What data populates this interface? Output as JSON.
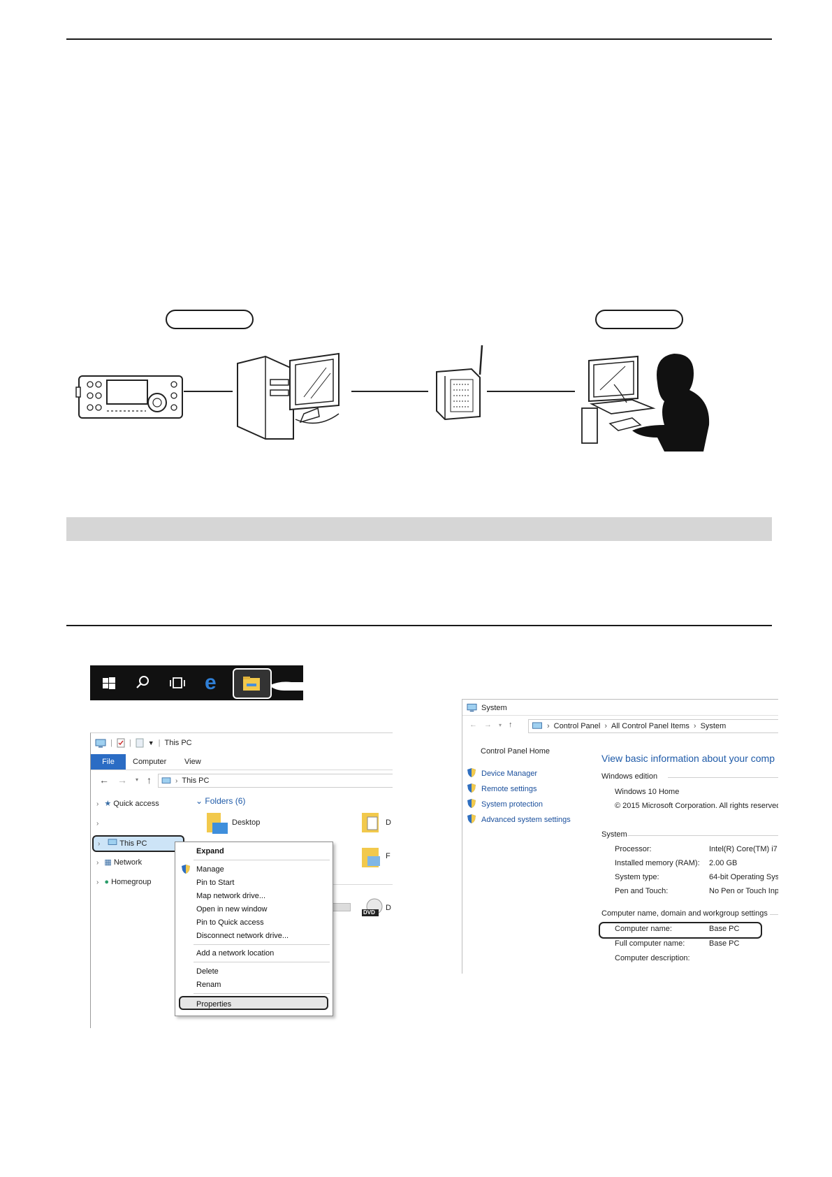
{
  "diagram": {
    "pill_left_label": "",
    "pill_right_label": ""
  },
  "taskbar": {
    "icons": [
      "windows-start-icon",
      "search-icon",
      "task-view-icon",
      "edge-icon",
      "file-explorer-icon"
    ]
  },
  "explorer": {
    "title": "This PC",
    "tabs": [
      "File",
      "Computer",
      "View"
    ],
    "address": "This PC",
    "nav": {
      "quick_access": "Quick access",
      "this_pc": "This PC",
      "network": "Network",
      "homegroup": "Homegroup"
    },
    "folders_header": "Folders (6)",
    "folder_desktop": "Desktop",
    "cut_letter_1": "D",
    "cut_letter_2": "F",
    "cut_letter_3": "D",
    "dvd_label": "DVD",
    "context_menu": {
      "expand": "Expand",
      "manage": "Manage",
      "pin_to_start": "Pin to Start",
      "map_network_drive": "Map network drive...",
      "open_new_window": "Open in new window",
      "pin_quick_access": "Pin to Quick access",
      "disconnect_network_drive": "Disconnect network drive...",
      "add_network_location": "Add a network location",
      "delete": "Delete",
      "rename": "Renam",
      "properties": "Properties"
    }
  },
  "system_window": {
    "title": "System",
    "breadcrumb": [
      "Control Panel",
      "All Control Panel Items",
      "System"
    ],
    "sidebar": {
      "home": "Control Panel Home",
      "links": [
        "Device Manager",
        "Remote settings",
        "System protection",
        "Advanced system settings"
      ]
    },
    "heading": "View basic information about your comp",
    "windows_edition": {
      "header": "Windows edition",
      "edition": "Windows 10 Home",
      "copyright": "© 2015 Microsoft Corporation. All rights reserved"
    },
    "system": {
      "header": "System",
      "rows": [
        {
          "label": "Processor:",
          "value": "Intel(R) Core(TM) i7 ("
        },
        {
          "label": "Installed memory (RAM):",
          "value": "2.00 GB"
        },
        {
          "label": "System type:",
          "value": "64-bit Operating Syst"
        },
        {
          "label": "Pen and Touch:",
          "value": "No Pen or Touch Inp"
        }
      ]
    },
    "computer_name": {
      "header": "Computer name, domain and workgroup settings",
      "rows": [
        {
          "label": "Computer name:",
          "value": "Base PC"
        },
        {
          "label": "Full computer name:",
          "value": "Base PC"
        },
        {
          "label": "Computer description:",
          "value": ""
        }
      ]
    }
  },
  "colors": {
    "explorer_file_tab": "#2b6cc4",
    "link_blue": "#1a4f9c",
    "heading_blue": "#1e5aa8",
    "folder_yellow": "#f2c94c",
    "gray_bar": "#d6d6d6"
  }
}
